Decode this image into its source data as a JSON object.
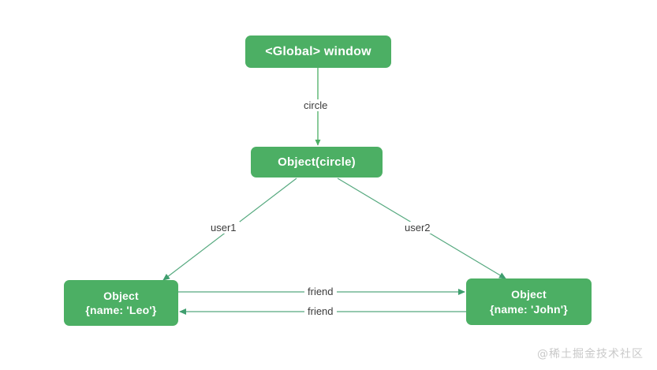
{
  "diagram": {
    "title": "JavaScript object reference diagram",
    "background_color": "#ffffff",
    "node_color": "#4caf64",
    "node_text_color": "#ffffff",
    "edge_color": "#4caf64",
    "diagonal_edge_color": "#56a97f",
    "label_text_color": "#3b3b3b",
    "nodes": [
      {
        "id": "global",
        "label": "<Global> window"
      },
      {
        "id": "circle",
        "label": "Object(circle)"
      },
      {
        "id": "leo",
        "label_line1": "Object",
        "label_line2": "{name: 'Leo'}"
      },
      {
        "id": "john",
        "label_line1": "Object",
        "label_line2": "{name: 'John'}"
      }
    ],
    "edges": [
      {
        "id": "global-to-circle",
        "label": "circle",
        "from": "global",
        "to": "circle",
        "direction": "down"
      },
      {
        "id": "circle-to-leo",
        "label": "user1",
        "from": "circle",
        "to": "leo",
        "direction": "down-left"
      },
      {
        "id": "circle-to-john",
        "label": "user2",
        "from": "circle",
        "to": "john",
        "direction": "down-right"
      },
      {
        "id": "leo-to-john",
        "label": "friend",
        "from": "leo",
        "to": "john",
        "direction": "right"
      },
      {
        "id": "john-to-leo",
        "label": "friend",
        "from": "john",
        "to": "leo",
        "direction": "left"
      }
    ]
  },
  "watermark": {
    "text": "@稀土掘金技术社区"
  }
}
